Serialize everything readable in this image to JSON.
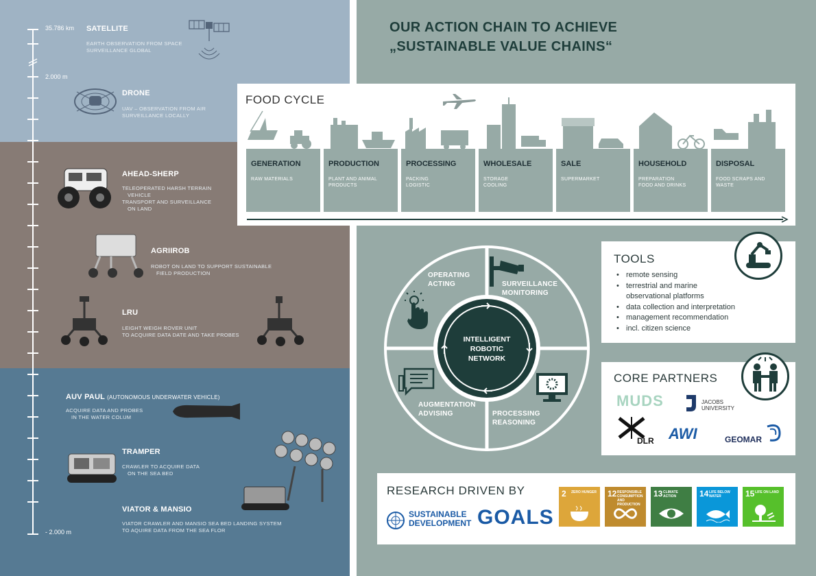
{
  "title": {
    "line1": "OUR ACTION CHAIN TO ACHIEVE",
    "line2": "„SUSTAINABLE VALUE CHAINS“"
  },
  "altitude": {
    "top": "35.786 km",
    "mid": "2.000 m",
    "bottom": "- 2.000 m"
  },
  "vehicles": [
    {
      "name": "SATELLITE",
      "desc": [
        "EARTH OBSERVATION FROM SPACE",
        "SURVEILLANCE GLOBAL"
      ]
    },
    {
      "name": "DRONE",
      "desc": [
        "UAV – OBSERVATION FROM AIR",
        "SURVEILLANCE LOCALLY"
      ]
    },
    {
      "name": "AHEAD-SHERP",
      "desc": [
        "TELEOPERATED HARSH TERRAIN",
        "VEHICLE",
        "TRANSPORT AND SURVEILLANCE",
        "ON LAND"
      ]
    },
    {
      "name": "AGRIIROB",
      "desc": [
        "ROBOT ON LAND TO SUPPORT SUSTAINABLE",
        "FIELD PRODUCTION"
      ]
    },
    {
      "name": "LRU",
      "desc": [
        "LEIGHT WEIGH ROVER UNIT",
        "TO ACQUIRE DATA DATE AND TAKE PROBES"
      ]
    },
    {
      "name": "AUV PAUL",
      "suffix": "(AUTONOMOUS UNDERWATER VEHICLE)",
      "desc": [
        "ACQUIRE DATA AND PROBES",
        "IN THE WATER COLUM"
      ]
    },
    {
      "name": "TRAMPER",
      "desc": [
        "CRAWLER TO ACQUIRE DATA",
        "ON THE SEA BED"
      ]
    },
    {
      "name": "VIATOR & MANSIO",
      "desc": [
        "VIATOR CRAWLER AND MANSIO SEA BED LANDING SYSTEM",
        "TO AQUIRE DATA FROM THE SEA FLOR"
      ]
    }
  ],
  "food_cycle": {
    "title": "FOOD CYCLE",
    "stages": [
      {
        "name": "GENERATION",
        "desc": [
          "RAW MATERIALS"
        ]
      },
      {
        "name": "PRODUCTION",
        "desc": [
          "PLANT AND ANIMAL",
          "PRODUCTS"
        ]
      },
      {
        "name": "PROCESSING",
        "desc": [
          "PACKING",
          "LOGISTIC"
        ]
      },
      {
        "name": "WHOLESALE",
        "desc": [
          "STORAGE",
          "COOLING"
        ]
      },
      {
        "name": "SALE",
        "desc": [
          "SUPERMARKET"
        ]
      },
      {
        "name": "HOUSEHOLD",
        "desc": [
          "PREPARATION",
          "FOOD AND DRINKS"
        ]
      },
      {
        "name": "DISPOSAL",
        "desc": [
          "FOOD SCRAPS AND",
          "WASTE"
        ]
      }
    ]
  },
  "network": {
    "center": [
      "INTELLIGENT",
      "ROBOTIC",
      "NETWORK"
    ],
    "quadrants": [
      {
        "lines": [
          "OPERATING",
          "ACTING"
        ],
        "icon": "touch-icon"
      },
      {
        "lines": [
          "SURVEILLANCE",
          "MONITORING"
        ],
        "icon": "camera-icon"
      },
      {
        "lines": [
          "PROCESSING",
          "REASONING"
        ],
        "icon": "monitor-icon"
      },
      {
        "lines": [
          "AUGMENTATION",
          "ADVISING"
        ],
        "icon": "chat-icon"
      }
    ]
  },
  "tools": {
    "title": "TOOLS",
    "items": [
      "remote sensing",
      "terrestrial and marine",
      "observational platforms",
      "data collection and interpretation",
      "management recommendation",
      "incl. citizen science"
    ]
  },
  "partners": {
    "title": "CORE PARTNERS",
    "logos": {
      "muds": "MUDS",
      "jacobs1": "JACOBS",
      "jacobs2": "UNIVERSITY",
      "dlr": "DLR",
      "awi": "AWI",
      "geomar": "GEOMAR"
    }
  },
  "research": {
    "title": "RESEARCH DRIVEN BY",
    "sdg_line1": "SUSTAINABLE",
    "sdg_line2": "DEVELOPMENT",
    "goals": "GOALS",
    "tiles": [
      {
        "num": "2",
        "label": "ZERO HUNGER",
        "color": "#dda63a"
      },
      {
        "num": "12",
        "label": "RESPONSIBLE CONSUMPTION AND PRODUCTION",
        "color": "#bf8b2e"
      },
      {
        "num": "13",
        "label": "CLIMATE ACTION",
        "color": "#3f7e44"
      },
      {
        "num": "14",
        "label": "LIFE BELOW WATER",
        "color": "#0a97d9"
      },
      {
        "num": "15",
        "label": "LIFE ON LAND",
        "color": "#56c02b"
      }
    ]
  }
}
